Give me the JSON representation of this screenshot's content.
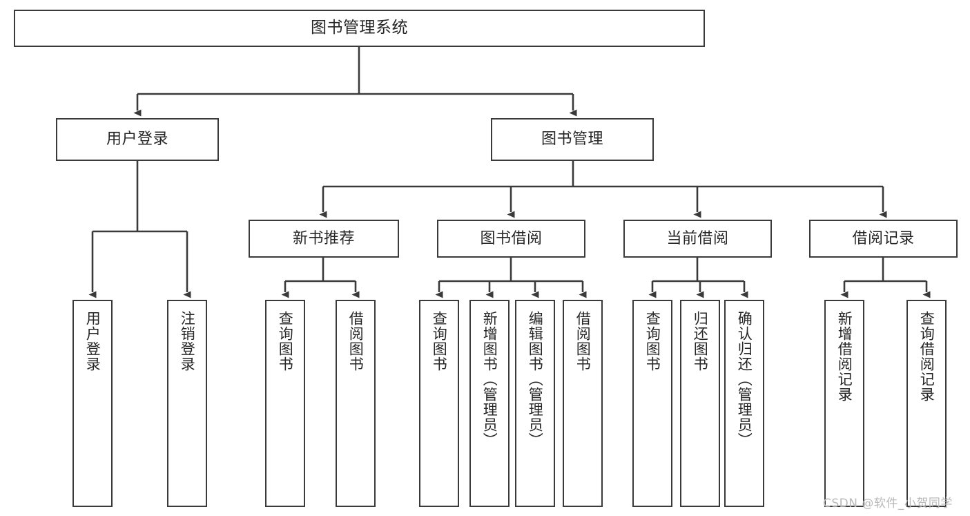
{
  "diagram": {
    "title": "图书管理系统",
    "type": "tree-hierarchy",
    "watermark": "CSDN @软件_小贺同学",
    "colors": {
      "stroke": "#3a3a3a",
      "text": "#262626",
      "background": "#ffffff",
      "watermark": "#b9b9b9"
    },
    "levels": {
      "root": {
        "label": "图书管理系统"
      },
      "level2": [
        {
          "label": "用户登录"
        },
        {
          "label": "图书管理"
        }
      ],
      "level3": [
        {
          "label": "新书推荐"
        },
        {
          "label": "图书借阅"
        },
        {
          "label": "当前借阅"
        },
        {
          "label": "借阅记录"
        }
      ],
      "leaves": {
        "user_login": [
          {
            "label": "用户登录"
          },
          {
            "label": "注销登录"
          }
        ],
        "new_book_recommend": [
          {
            "label": "查询图书"
          },
          {
            "label": "借阅图书"
          }
        ],
        "book_borrow": [
          {
            "label": "查询图书"
          },
          {
            "label": "新增图书（管理员）"
          },
          {
            "label": "编辑图书（管理员）"
          },
          {
            "label": "借阅图书"
          }
        ],
        "current_borrow": [
          {
            "label": "查询图书"
          },
          {
            "label": "归还图书"
          },
          {
            "label": "确认归还（管理员）"
          }
        ],
        "borrow_record": [
          {
            "label": "新增借阅记录"
          },
          {
            "label": "查询借阅记录"
          }
        ]
      }
    }
  }
}
